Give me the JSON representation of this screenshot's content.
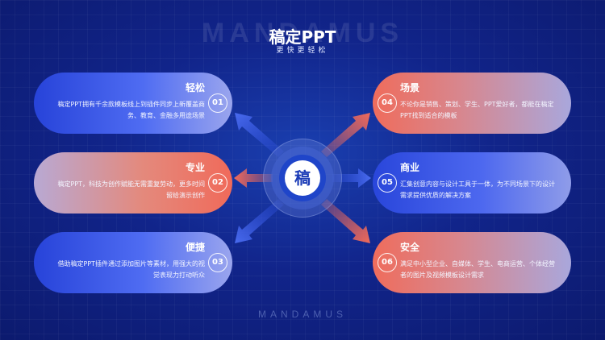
{
  "header": {
    "watermark": "MANDAMUS",
    "title": "稿定PPT",
    "subtitle": "更快更轻松"
  },
  "center": {
    "glyph": "稿"
  },
  "cards": {
    "c01": {
      "number": "01",
      "title": "轻松",
      "desc": "稿定PPT拥有千余款模板线上到插件同步上新覆盖商务、教育、金融多用途场景"
    },
    "c02": {
      "number": "02",
      "title": "专业",
      "desc": "稿定PPT，科技为创作赋能无需重复劳动，更多时间留给演示创作"
    },
    "c03": {
      "number": "03",
      "title": "便捷",
      "desc": "借助稿定PPT插件通过添加图片等素材，用强大的视觉表现力打动听众"
    },
    "c04": {
      "number": "04",
      "title": "场景",
      "desc": "不论你是销售、策划、学生、PPT爱好者，都能在稿定PPT找到适合的模板"
    },
    "c05": {
      "number": "05",
      "title": "商业",
      "desc": "汇集创意内容与设计工具于一体，为不同场景下的设计需求提供优质的解决方案"
    },
    "c06": {
      "number": "06",
      "title": "安全",
      "desc": "满足中小型企业、自媒体、学生、电商运营、个体经营者的图片及视频模板设计需求"
    }
  },
  "footer": {
    "text": "MANDAMUS"
  },
  "colors": {
    "blue": "#2f4fe0",
    "red": "#f0695a",
    "background": "#11248a"
  }
}
